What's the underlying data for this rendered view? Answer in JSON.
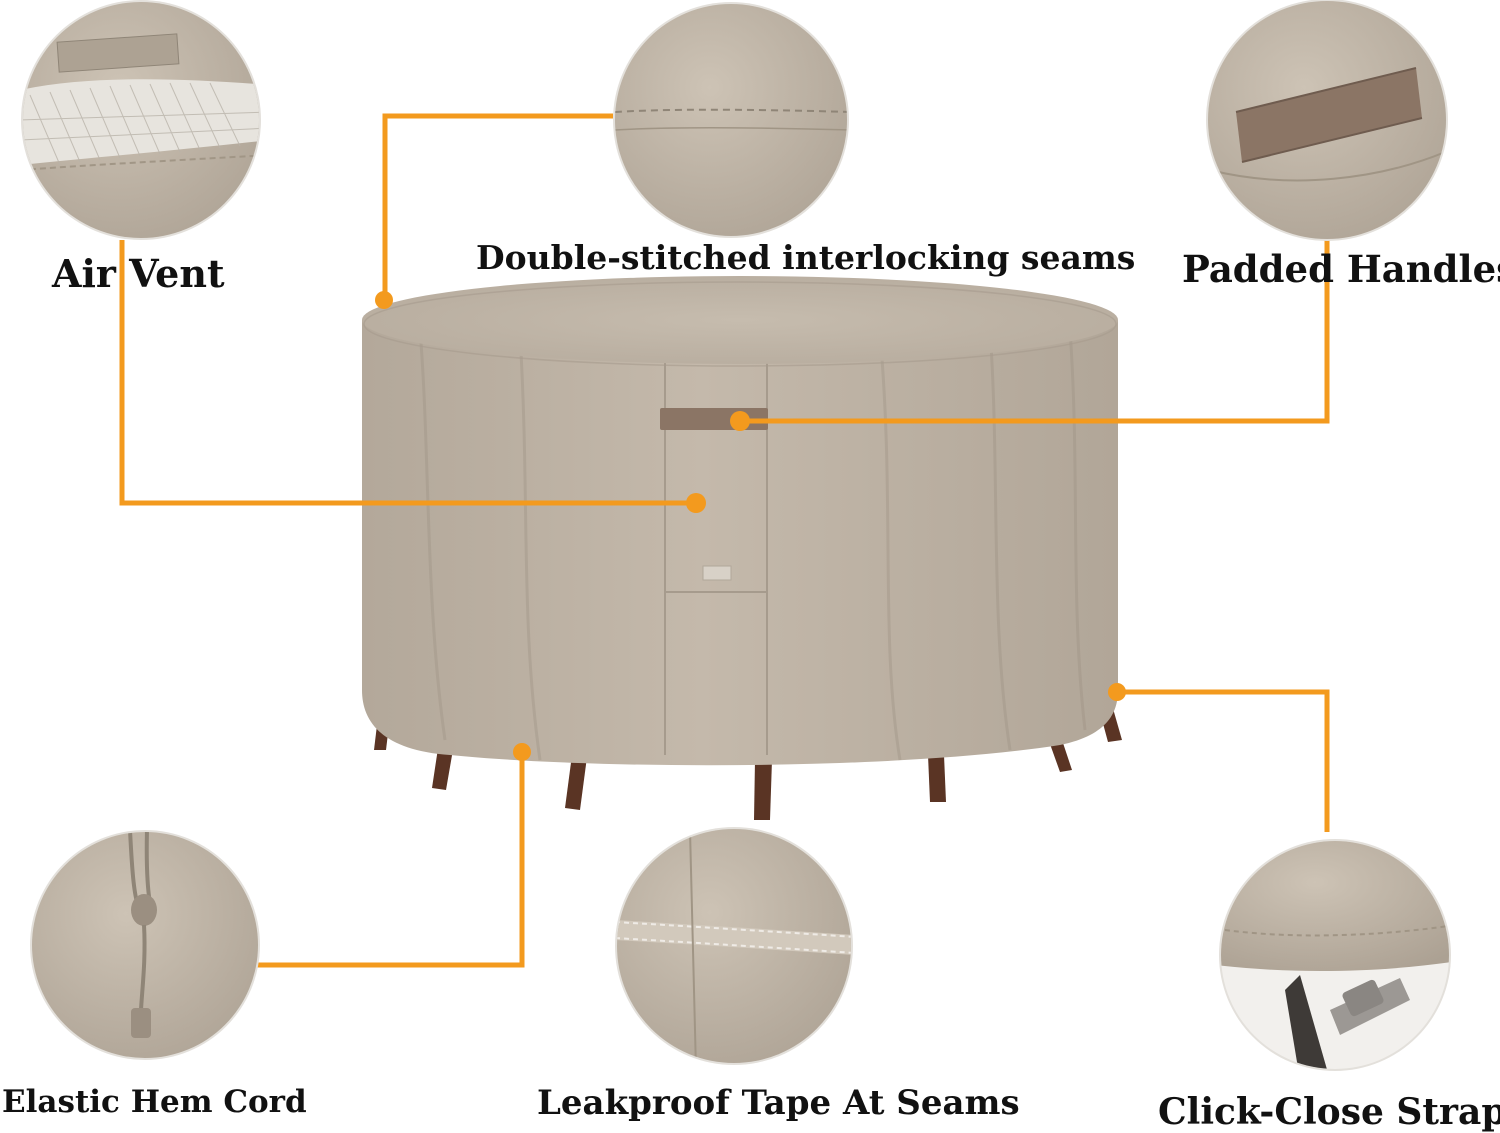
{
  "labels": {
    "air_vent": "Air Vent",
    "seams": "Double-stitched interlocking seams",
    "handles": "Padded Handles",
    "hem_cord": "Elastic Hem Cord",
    "tape": "Leakproof Tape At Seams",
    "straps": "Click-Close Straps"
  },
  "colors": {
    "callout_line": "#F39A1E",
    "fabric": "#BDB2A4",
    "fabric_dark": "#A89D8F",
    "legs": "#5A3424",
    "handle_strap": "#8B7565"
  }
}
